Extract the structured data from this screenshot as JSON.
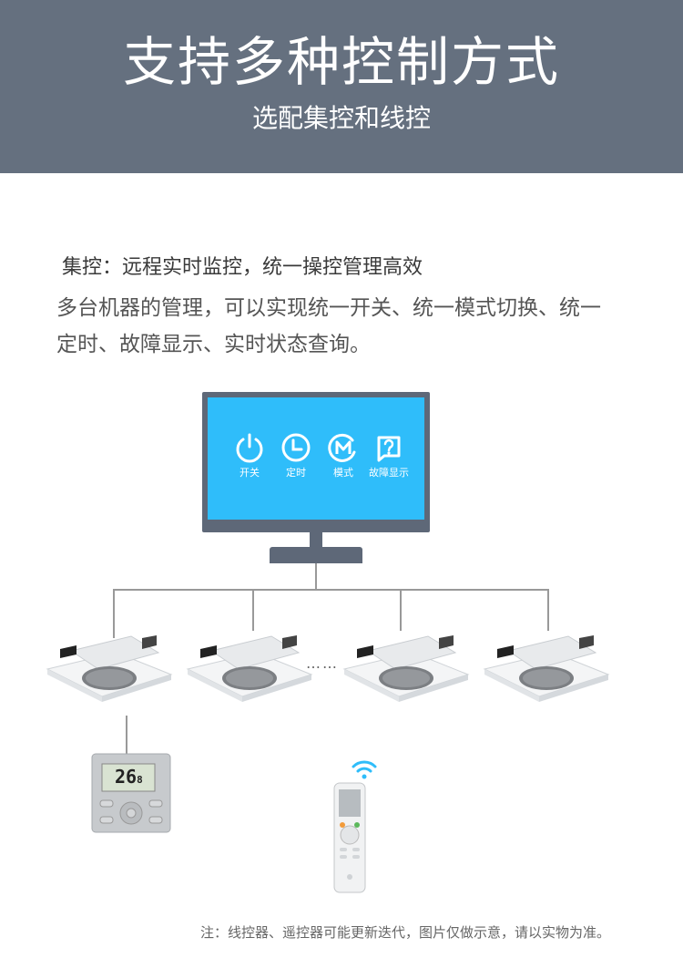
{
  "header": {
    "title": "支持多种控制方式",
    "subtitle": "选配集控和线控"
  },
  "intro": {
    "heading": "集控：远程实时监控，统一操控管理高效",
    "body": "多台机器的管理，可以实现统一开关、统一模式切换、统一定时、故障显示、实时状态查询。"
  },
  "monitor": {
    "screen_color": "#2fbdfa",
    "frame_color": "#5e6878",
    "items": [
      {
        "icon": "power-icon",
        "label": "开关"
      },
      {
        "icon": "clock-icon",
        "label": "定时"
      },
      {
        "icon": "mode-icon",
        "label": "模式"
      },
      {
        "icon": "question-icon",
        "label": "故障显示"
      }
    ]
  },
  "ellipsis": "……",
  "wired_controller": {
    "display": "26",
    "display_small": "8"
  },
  "footnote": "注：线控器、遥控器可能更新迭代，图片仅做示意，请以实物为准。"
}
